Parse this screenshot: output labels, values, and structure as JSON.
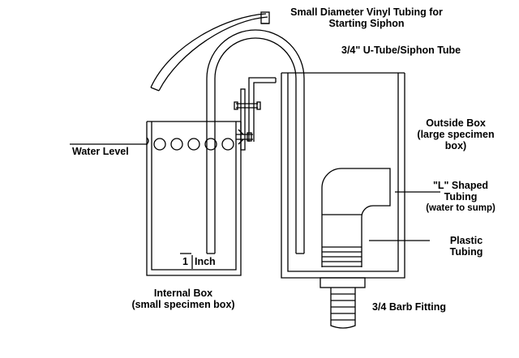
{
  "diagram": {
    "colors": {
      "line": "#000000",
      "background": "#ffffff"
    },
    "labels": {
      "small_tubing_line1": "Small Diameter Vinyl Tubing for",
      "small_tubing_line2": "Starting Siphon",
      "u_tube": "3/4\" U-Tube/Siphon Tube",
      "outside_box_line1": "Outside Box",
      "outside_box_line2": "(large specimen",
      "outside_box_line3": "box)",
      "water_level": "Water Level",
      "l_tubing_line1": "\"L\" Shaped",
      "l_tubing_line2": "Tubing",
      "l_tubing_line3": "(water to sump)",
      "plastic_line1": "Plastic",
      "plastic_line2": "Tubing",
      "one_inch_number": "1",
      "one_inch_unit": "Inch",
      "internal_box_line1": "Internal Box",
      "internal_box_line2": "(small specimen box)",
      "barb_fitting": "3/4 Barb Fitting"
    }
  }
}
